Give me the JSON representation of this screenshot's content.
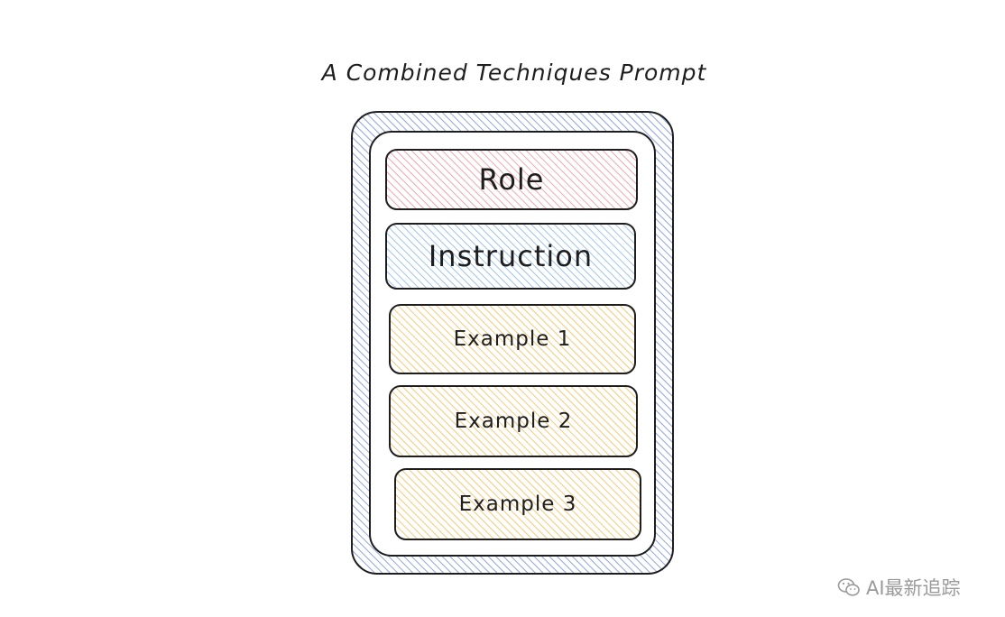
{
  "title": "A Combined Techniques Prompt",
  "diagram": {
    "blocks": [
      {
        "id": "role",
        "label": "Role",
        "color": "#f4a6ad"
      },
      {
        "id": "instruction",
        "label": "Instruction",
        "color": "#9dc4ec"
      },
      {
        "id": "example-1",
        "label": "Example 1",
        "color": "#f6c875"
      },
      {
        "id": "example-2",
        "label": "Example 2",
        "color": "#f6c875"
      },
      {
        "id": "example-3",
        "label": "Example 3",
        "color": "#f6c875"
      }
    ],
    "container_color": "#8fa4e0"
  },
  "watermark": {
    "text": "AI最新追踪",
    "icon": "wechat-logo-icon"
  }
}
